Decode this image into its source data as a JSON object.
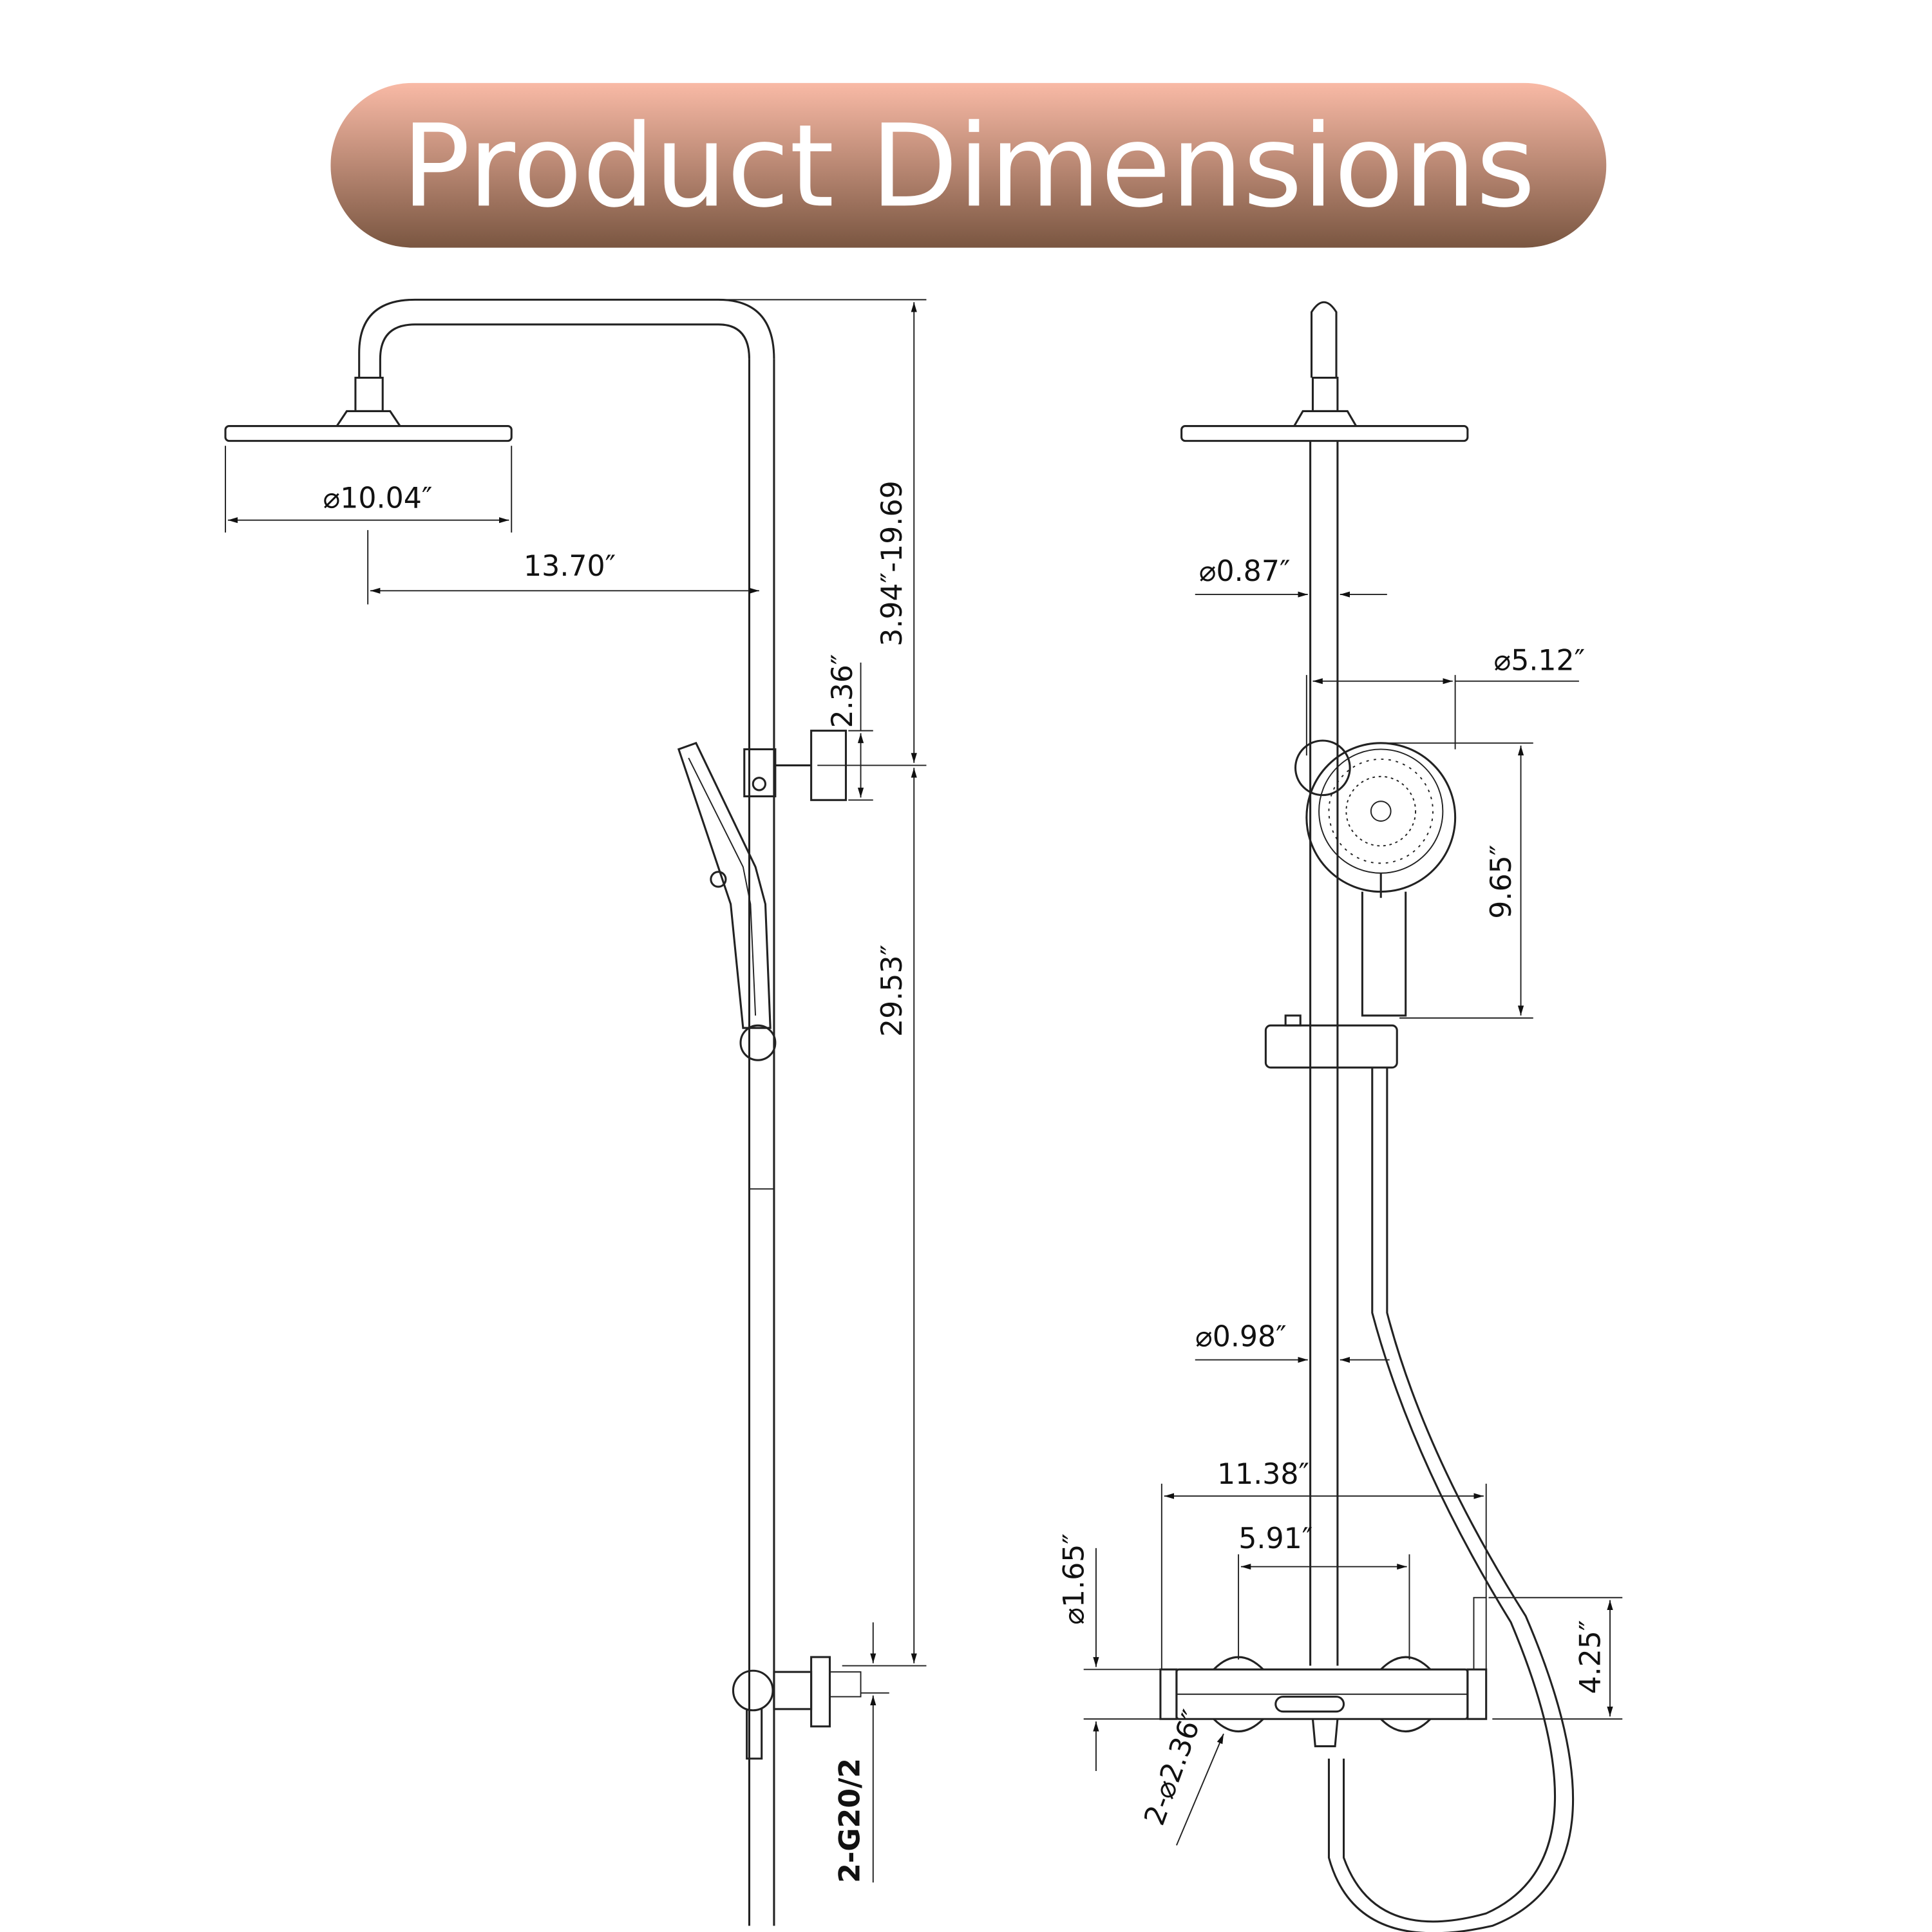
{
  "header": {
    "title": "Product Dimensions",
    "banner_gradient": [
      "#f9baa6",
      "#7a5641"
    ]
  },
  "left_view": {
    "rain_head_diameter": "⌀10.04″",
    "arm_reach": "13.70″",
    "adjustable_height": "3.94″-19.69",
    "bracket_height": "2.36″",
    "riser_length": "29.53″",
    "inlet_thread": "2-G20/2"
  },
  "right_view": {
    "upper_pipe_diameter": "⌀0.87″",
    "hand_shower_diameter": "⌀5.12″",
    "hand_shower_length": "9.65″",
    "lower_pipe_diameter": "⌀0.98″",
    "valve_width": "11.38″",
    "inlet_spacing": "5.91″",
    "valve_diameter": "⌀1.65″",
    "valve_height": "4.25″",
    "flange_diameter": "2-⌀2.36″"
  }
}
